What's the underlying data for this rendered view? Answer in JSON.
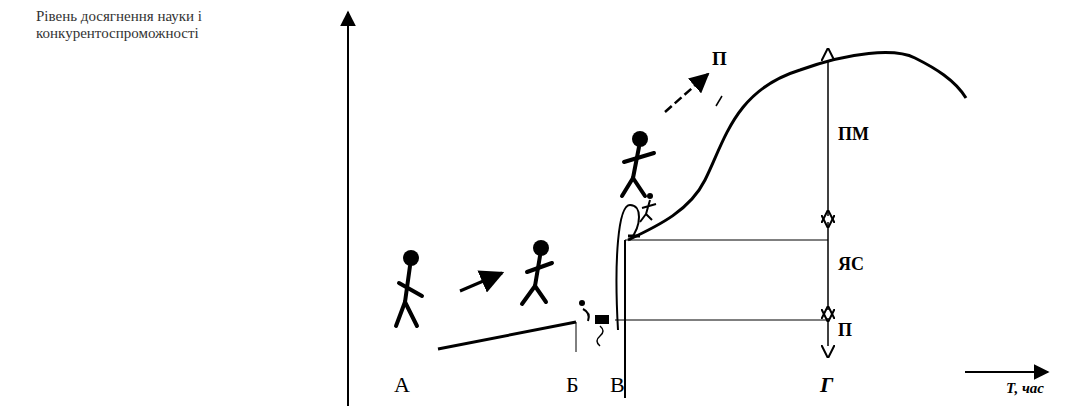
{
  "diagram": {
    "labels": [
      "Рівень досягнення науки і конкурентоспроможності",
      "П",
      "ПМ",
      "ЯС",
      "П",
      "А",
      "Б",
      "В",
      "Г",
      "Т, час"
    ]
  }
}
